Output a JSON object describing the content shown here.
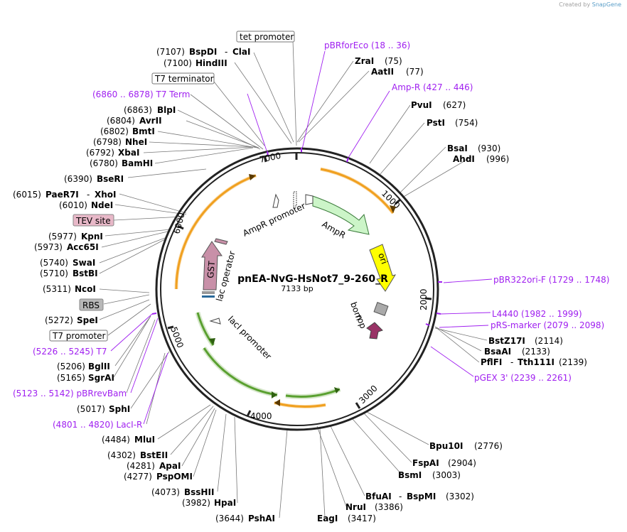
{
  "credit": {
    "prefix": "Created by",
    "brand": "SnapGene"
  },
  "plasmid": {
    "name": "pnEA-NvG-HsNot7_9-260_R",
    "length_label": "7133 bp",
    "length": 7133
  },
  "ticks": [
    {
      "label": "1000",
      "pos": 1000
    },
    {
      "label": "2000",
      "pos": 2000
    },
    {
      "label": "3000",
      "pos": 3000
    },
    {
      "label": "4000",
      "pos": 4000
    },
    {
      "label": "5000",
      "pos": 5000
    },
    {
      "label": "6000",
      "pos": 6000
    },
    {
      "label": "7000",
      "pos": 7000
    }
  ],
  "features": [
    {
      "name": "AmpR promoter",
      "label": "AmpR promoter"
    },
    {
      "name": "AmpR",
      "label": "AmpR"
    },
    {
      "name": "ori",
      "label": "ori"
    },
    {
      "name": "bom",
      "label": "bom"
    },
    {
      "name": "rop",
      "label": "rop"
    },
    {
      "name": "lacI promoter",
      "label": "lacI promoter"
    },
    {
      "name": "lac operator",
      "label": "lac operator"
    },
    {
      "name": "GST",
      "label": "GST"
    }
  ],
  "sites_left": [
    {
      "num": "(7107)",
      "name": "BspDI",
      "sep": "-",
      "name2": "ClaI"
    },
    {
      "num": "(7100)",
      "name": "HindIII"
    },
    {
      "boxed": "T7 terminator"
    },
    {
      "purple": "(6860 .. 6878)  T7 Term"
    },
    {
      "num": "(6863)",
      "name": "BlpI"
    },
    {
      "num": "(6804)",
      "name": "AvrII"
    },
    {
      "num": "(6802)",
      "name": "BmtI"
    },
    {
      "num": "(6798)",
      "name": "NheI"
    },
    {
      "num": "(6792)",
      "name": "XbaI"
    },
    {
      "num": "(6780)",
      "name": "BamHI"
    },
    {
      "num": "(6390)",
      "name": "BseRI"
    },
    {
      "num": "(6015)",
      "name": "PaeR7I",
      "sep": "-",
      "name2": "XhoI"
    },
    {
      "num": "(6010)",
      "name": "NdeI"
    },
    {
      "boxed_pink": "TEV site"
    },
    {
      "num": "(5977)",
      "name": "KpnI"
    },
    {
      "num": "(5973)",
      "name": "Acc65I"
    },
    {
      "num": "(5740)",
      "name": "SwaI"
    },
    {
      "num": "(5710)",
      "name": "BstBI"
    },
    {
      "num": "(5311)",
      "name": "NcoI"
    },
    {
      "boxed_gray": "RBS"
    },
    {
      "num": "(5272)",
      "name": "SpeI"
    },
    {
      "boxed": "T7 promoter"
    },
    {
      "purple": "(5226 .. 5245)  T7"
    },
    {
      "num": "(5206)",
      "name": "BglII"
    },
    {
      "num": "(5165)",
      "name": "SgrAI"
    },
    {
      "purple": "(5123 .. 5142)  pBRrevBam"
    },
    {
      "num": "(5017)",
      "name": "SphI"
    },
    {
      "purple": "(4801 .. 4820)  LacI-R"
    },
    {
      "num": "(4484)",
      "name": "MluI"
    },
    {
      "num": "(4302)",
      "name": "BstEII"
    },
    {
      "num": "(4281)",
      "name": "ApaI"
    },
    {
      "num": "(4277)",
      "name": "PspOMI"
    },
    {
      "num": "(4073)",
      "name": "BssHII"
    },
    {
      "num": "(3982)",
      "name": "HpaI"
    },
    {
      "num": "(3644)",
      "name": "PshAI"
    }
  ],
  "sites_right": [
    {
      "boxed": "tet promoter"
    },
    {
      "purple": "pBRforEco   (18 .. 36)"
    },
    {
      "name": "ZraI",
      "num": "(75)"
    },
    {
      "name": "AatII",
      "num": "(77)"
    },
    {
      "purple": "Amp-R   (427 .. 446)"
    },
    {
      "name": "PvuI",
      "num": "(627)"
    },
    {
      "name": "PstI",
      "num": "(754)"
    },
    {
      "name": "BsaI",
      "num": "(930)"
    },
    {
      "name": "AhdI",
      "num": "(996)"
    },
    {
      "purple": "pBR322ori-F   (1729 .. 1748)"
    },
    {
      "purple": "L4440   (1982 .. 1999)"
    },
    {
      "purple": "pRS-marker   (2079 .. 2098)"
    },
    {
      "name": "BstZ17I",
      "num": "(2114)"
    },
    {
      "name": "BsaAI",
      "num": "(2133)"
    },
    {
      "name": "PflFI",
      "sep": "-",
      "name2": "Tth111I",
      "num": "(2139)"
    },
    {
      "purple": "pGEX 3'   (2239 .. 2261)"
    },
    {
      "name": "Bpu10I",
      "num": "(2776)"
    },
    {
      "name": "FspAI",
      "num": "(2904)"
    },
    {
      "name": "BsmI",
      "num": "(3003)"
    },
    {
      "name": "BfuAI",
      "sep": "-",
      "name2": "BspMI",
      "num": "(3302)"
    },
    {
      "name": "NruI",
      "num": "(3386)"
    },
    {
      "name": "EagI",
      "num": "(3417)"
    }
  ],
  "colors": {
    "backbone": "#222222",
    "ampr": "#ccf5c8",
    "ori": "#ffff00",
    "gst": "#c890a8",
    "rop": "#993366",
    "bom": "#aaaaaa",
    "orange_arc": "#f0a020",
    "green_arc": "#5aa030",
    "purple": "#a020f0",
    "tev_box": "#e8b8c8",
    "rbs_box": "#b8b8b8"
  }
}
